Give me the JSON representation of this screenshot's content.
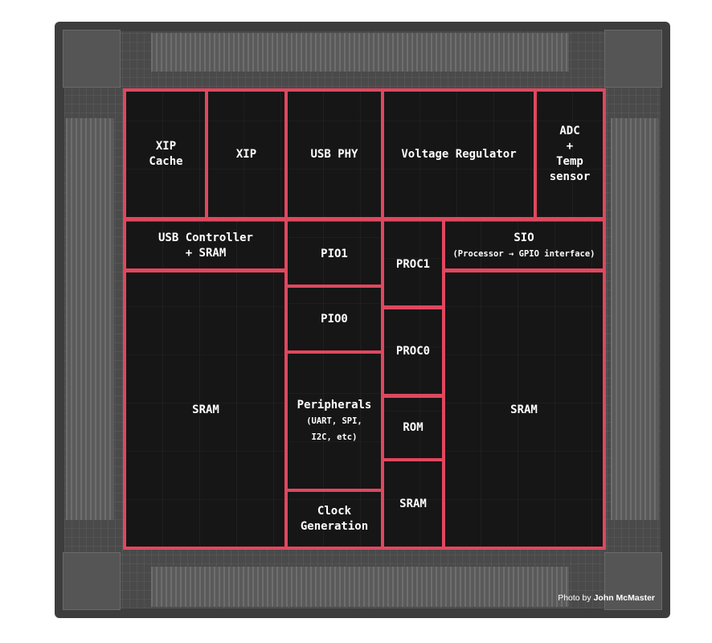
{
  "blocks": {
    "xip_cache": "XIP\nCache",
    "xip": "XIP",
    "usb_phy": "USB PHY",
    "voltage_regulator": "Voltage Regulator",
    "adc_temp": "ADC\n+\nTemp\nsensor",
    "usb_controller": "USB Controller\n+ SRAM",
    "pio1": "PIO1",
    "proc1": "PROC1",
    "sio_title": "SIO",
    "sio_sub": "(Processor → GPIO interface)",
    "sram_left": "SRAM",
    "pio0": "PIO0",
    "proc0": "PROC0",
    "sram_right": "SRAM",
    "peripherals_title": "Peripherals",
    "peripherals_sub": "(UART, SPI,\nI2C, etc)",
    "rom": "ROM",
    "clock_generation": "Clock\nGeneration",
    "sram_small": "SRAM"
  },
  "credit": {
    "prefix": "Photo by",
    "author": "John McMaster"
  },
  "colors": {
    "outline": "#e0475f",
    "block_fill": "#161616",
    "die": "#3d3d3d",
    "text": "#ffffff"
  }
}
